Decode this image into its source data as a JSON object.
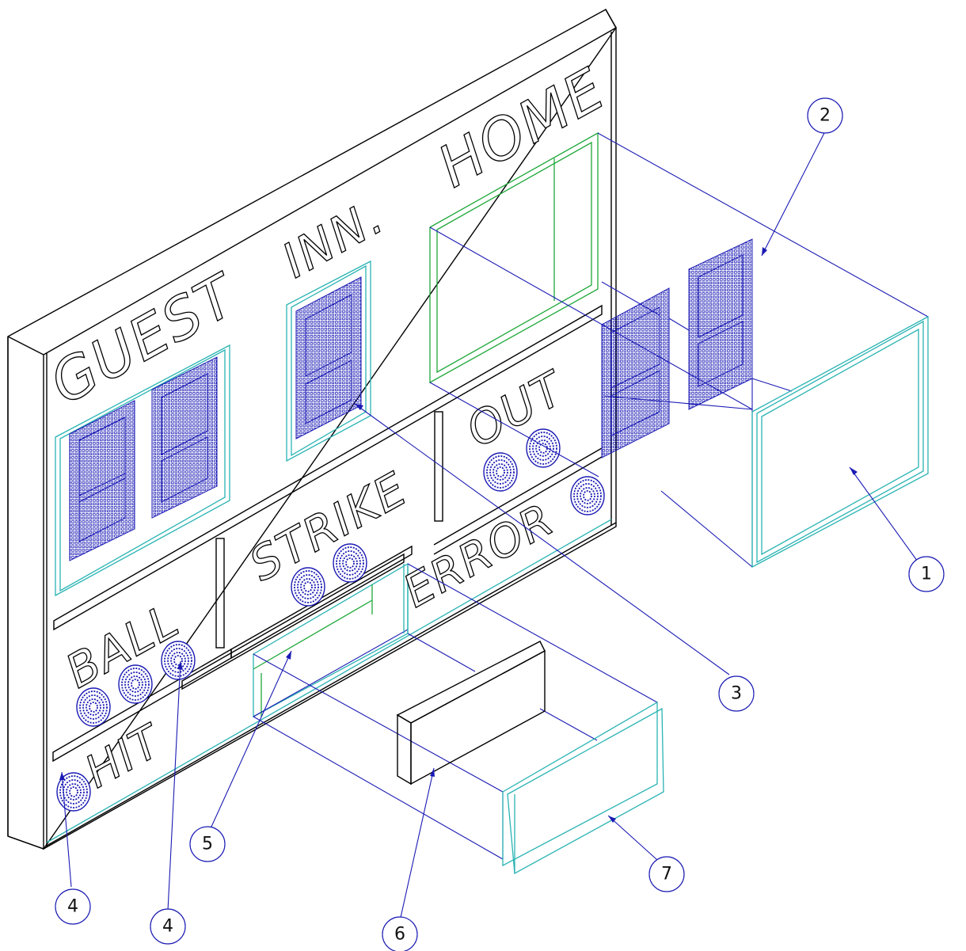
{
  "board_labels": {
    "guest": "GUEST",
    "inning": "INN.",
    "home": "HOME",
    "out": "OUT",
    "strike": "STRIKE",
    "error": "ERROR",
    "ball": "BALL",
    "hit": "HIT"
  },
  "callouts": [
    "1",
    "2",
    "3",
    "4",
    "4",
    "5",
    "6",
    "7"
  ],
  "colors": {
    "outline": "#000000",
    "led": "#1a1ab4",
    "frame": "#2ab3b3",
    "window": "#1fa83a"
  }
}
